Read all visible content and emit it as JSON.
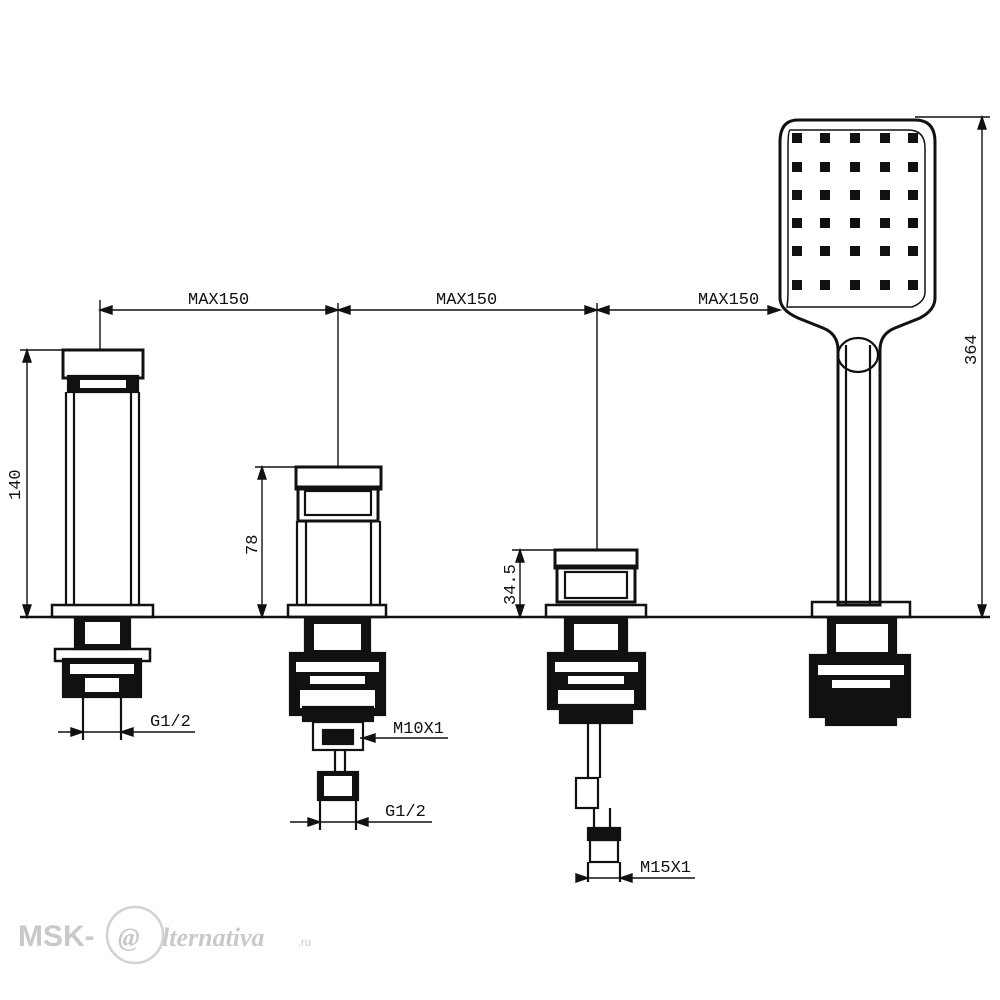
{
  "dimensions": {
    "spacing_1": "MAX150",
    "spacing_2": "MAX150",
    "spacing_3": "MAX150",
    "spout_height": "140",
    "handle_height": "78",
    "diverter_height": "34.5",
    "shower_height": "364",
    "spout_thread": "G1/2",
    "handle_thread_top": "M10X1",
    "handle_thread_bottom": "G1/2",
    "diverter_thread": "M15X1"
  },
  "watermark": {
    "prefix": "MSK-",
    "at_symbol": "@",
    "suffix": "lternativa",
    "domain": ".ru"
  },
  "colors": {
    "line": "#111111",
    "watermark": "#c9c9c9"
  }
}
